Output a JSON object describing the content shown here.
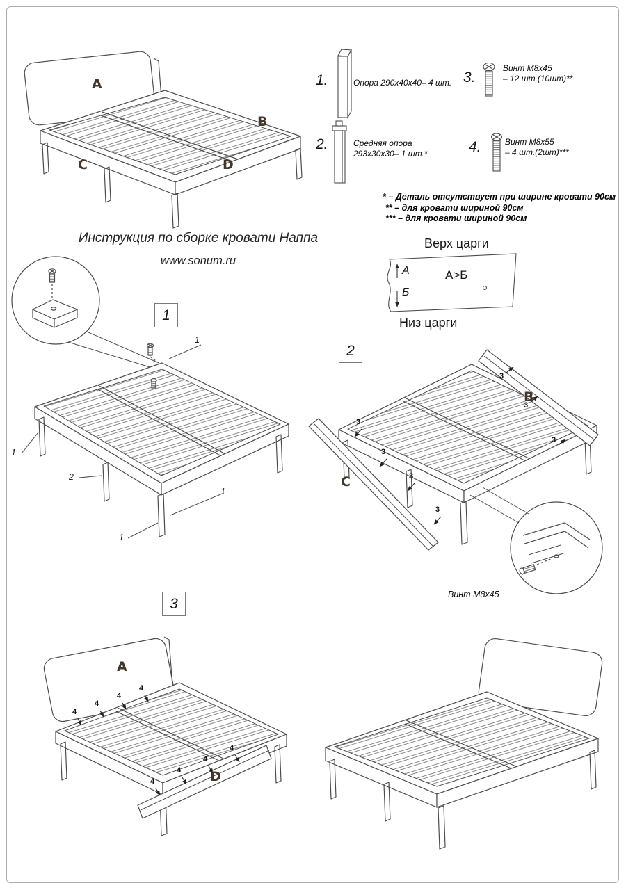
{
  "header": {
    "title": "Инструкция по сборке кровати Наппа",
    "website": "www.sonum.ru"
  },
  "bed_labels": {
    "a": "A",
    "b": "B",
    "c": "C",
    "d": "D"
  },
  "parts_list": {
    "item1": {
      "num": "1.",
      "name": "Опора 290х40х40– 4 шт."
    },
    "item2": {
      "num": "2.",
      "name_line1": "Средняя опора",
      "name_line2": "293х30х30– 1 шт.*"
    },
    "item3": {
      "num": "3.",
      "name_line1": "Винт М8х45",
      "name_line2": "– 12 шт.(10шт)**"
    },
    "item4": {
      "num": "4.",
      "name_line1": "Винт М8х55",
      "name_line2": "– 4 шт.(2шт)***"
    }
  },
  "notes": {
    "line1": "* – Деталь отсутствует при ширине кровати 90см",
    "line2": "** – для кровати шириной 90см",
    "line3": "*** – для кровати шириной 90см"
  },
  "rail_diagram": {
    "top_label": "Верх царги",
    "bottom_label": "Низ царги",
    "letter_a": "А",
    "letter_b": "Б",
    "formula": "А>Б"
  },
  "steps": {
    "step1": "1",
    "step2": "2",
    "step3": "3"
  },
  "step1_labels": {
    "leg": "1",
    "mid_support": "2"
  },
  "step2_labels": {
    "screw": "3",
    "callout": "Винт М8х45"
  },
  "step3_labels": {
    "screw": "4"
  }
}
